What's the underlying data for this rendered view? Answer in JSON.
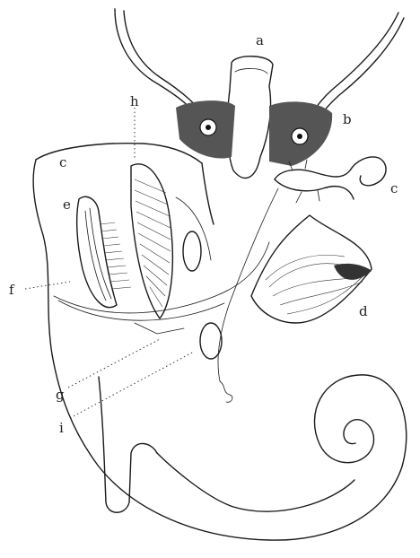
{
  "labels": {
    "a": "a",
    "b": "b",
    "c_left": "c",
    "c_right": "c",
    "d": "d",
    "e": "e",
    "f": "f",
    "g": "g",
    "h": "h",
    "i": "i"
  }
}
